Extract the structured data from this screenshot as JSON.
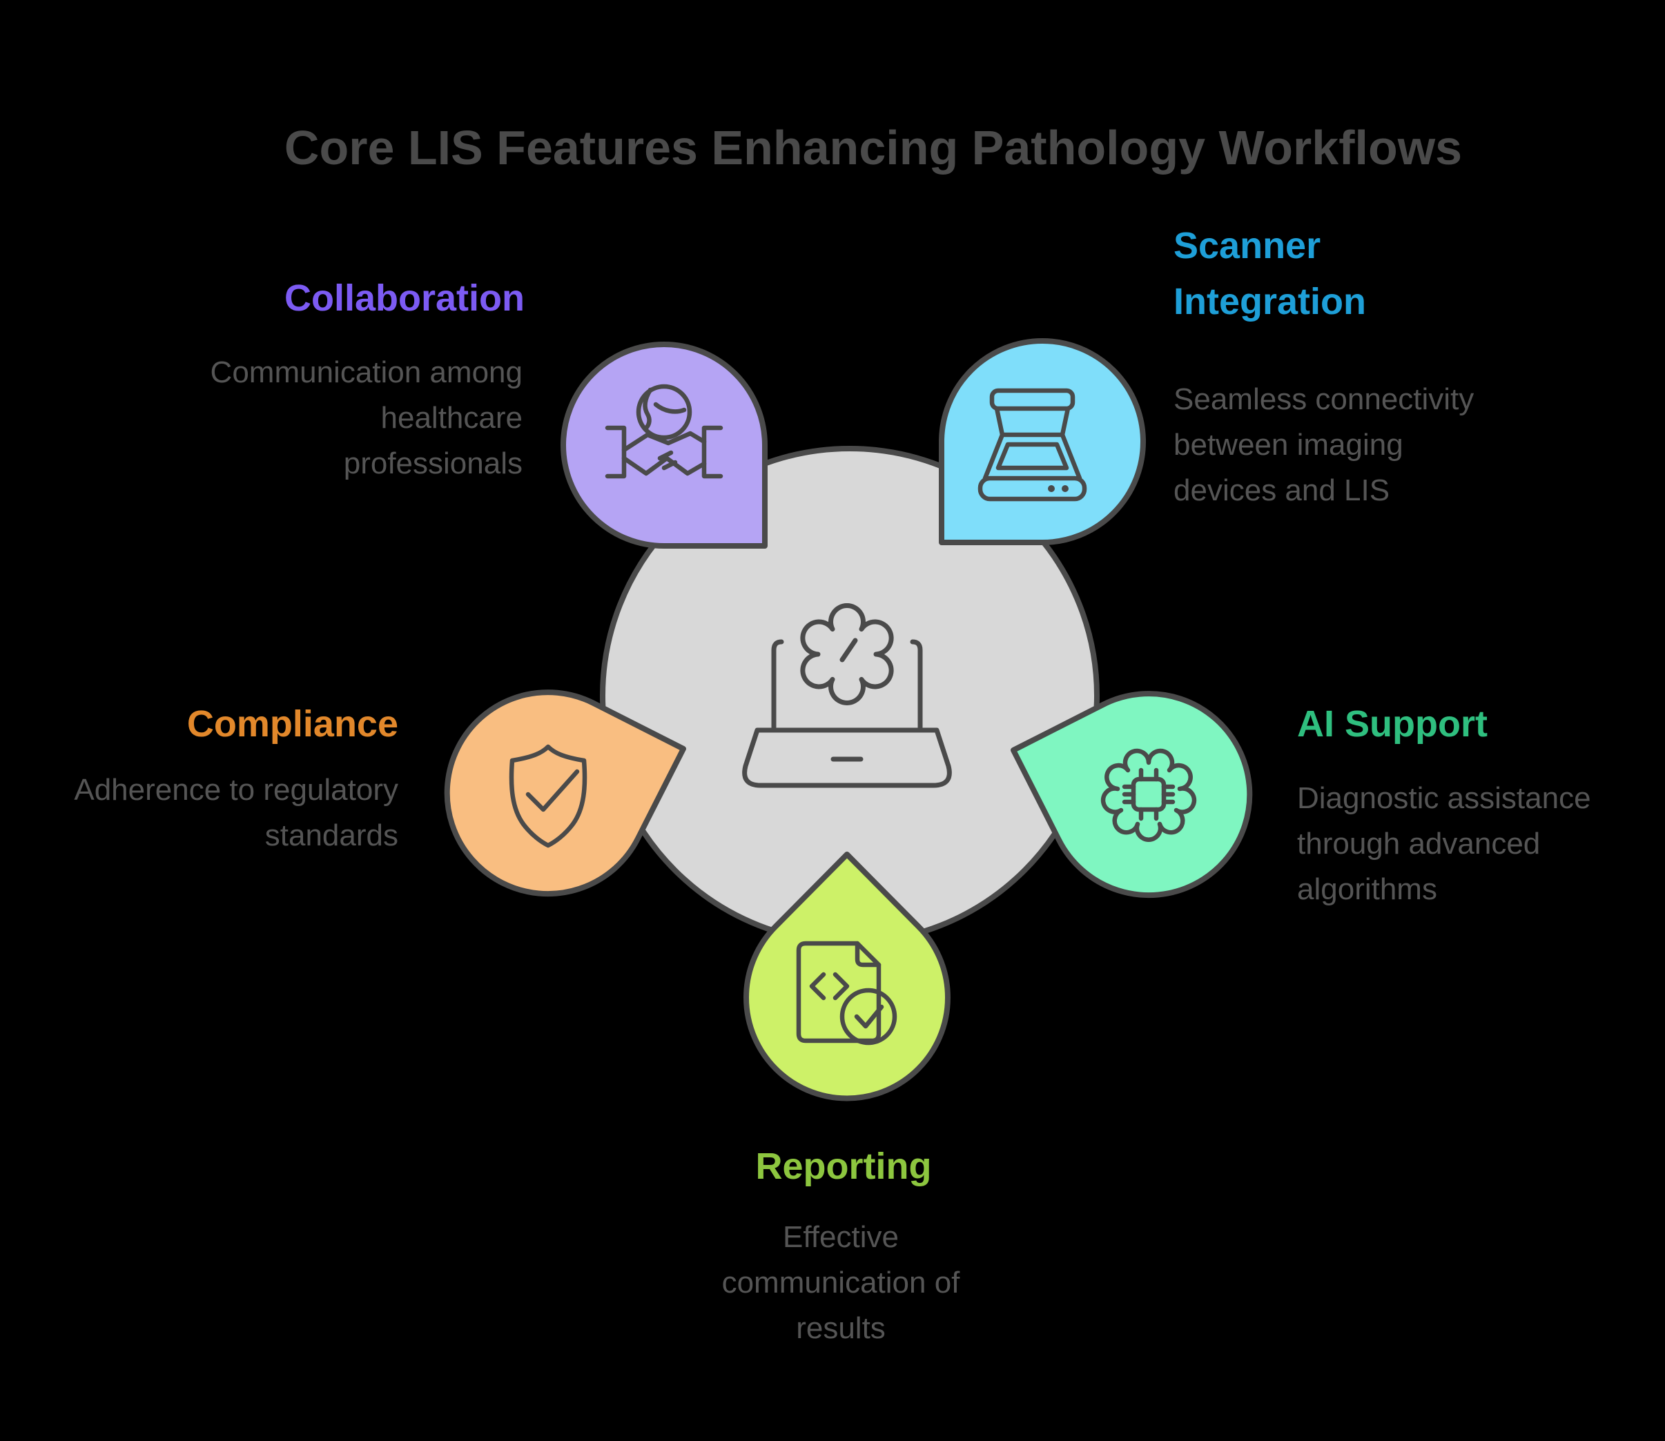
{
  "title": "Core LIS Features Enhancing Pathology Workflows",
  "colors": {
    "background": "#000000",
    "title_text": "#4A4A4A",
    "description_text": "#555555",
    "shape_outline": "#4A4A4A",
    "center_circle_fill": "#D8D8D8"
  },
  "center": {
    "icon": "laptop-gear-icon"
  },
  "features": [
    {
      "id": "collaboration",
      "label": "Collaboration",
      "description": "Communication among healthcare professionals",
      "heading_color": "#7C5BF3",
      "petal_color": "#B5A4F4",
      "icon": "globe-handshake-icon",
      "position": "top-left"
    },
    {
      "id": "scanner-integration",
      "label": "Scanner Integration",
      "description": "Seamless connectivity between imaging devices and LIS",
      "heading_color": "#1E9FD8",
      "petal_color": "#7FDEFA",
      "icon": "scanner-icon",
      "position": "top-right"
    },
    {
      "id": "ai-support",
      "label": "AI Support",
      "description": "Diagnostic assistance through advanced algorithms",
      "heading_color": "#2FBF7F",
      "petal_color": "#7FF6C1",
      "icon": "brain-chip-icon",
      "position": "right"
    },
    {
      "id": "reporting",
      "label": "Reporting",
      "description": "Effective communication of results",
      "heading_color": "#8DC63F",
      "petal_color": "#CDF168",
      "icon": "document-check-icon",
      "position": "bottom"
    },
    {
      "id": "compliance",
      "label": "Compliance",
      "description": "Adherence to regulatory standards",
      "heading_color": "#E2882B",
      "petal_color": "#F9BE81",
      "icon": "shield-check-icon",
      "position": "left"
    }
  ]
}
